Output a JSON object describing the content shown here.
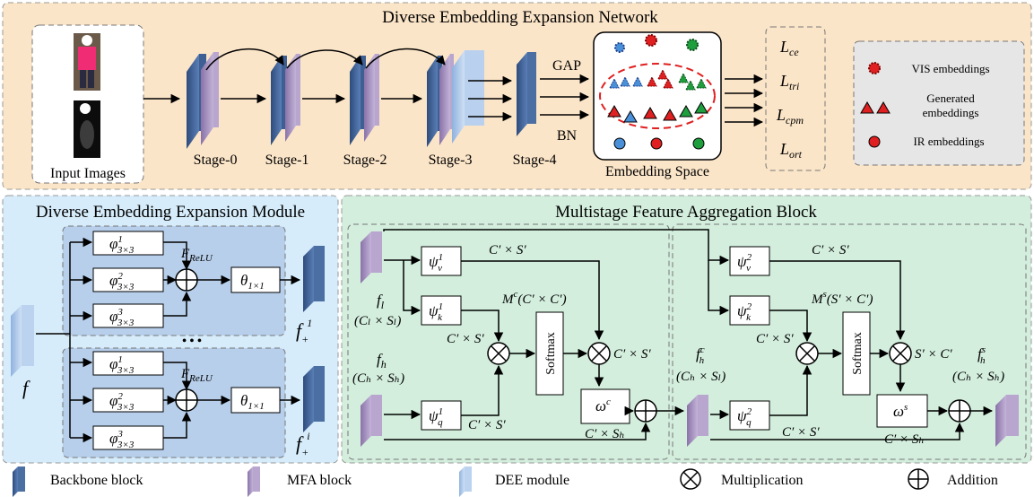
{
  "top_panel": {
    "title": "Diverse Embedding Expansion Network",
    "input_label": "Input Images",
    "stages": [
      "Stage-0",
      "Stage-1",
      "Stage-2",
      "Stage-3",
      "Stage-4"
    ],
    "gap_label": "GAP",
    "bn_label": "BN",
    "embedding_space_label": "Embedding Space",
    "losses": [
      {
        "base": "L",
        "sub": "ce"
      },
      {
        "base": "L",
        "sub": "tri"
      },
      {
        "base": "L",
        "sub": "cpm"
      },
      {
        "base": "L",
        "sub": "ort"
      }
    ],
    "legend": {
      "vis": "VIS embeddings",
      "generated_line1": "Generated",
      "generated_line2": "embeddings",
      "ir": "IR embeddings"
    }
  },
  "dee_module": {
    "title": "Diverse Embedding Expansion Module",
    "input_symbol": "f",
    "relu_label": "F",
    "relu_sub": "ReLU",
    "conv_symbol": "φ",
    "conv_sub": "3×3",
    "conv_sups": [
      "1",
      "2",
      "3"
    ],
    "theta": "θ",
    "theta_sub": "1×1",
    "ellipsis": "• • •",
    "output1": "f",
    "output1_sub": "+",
    "output1_sup": "1",
    "output2": "f",
    "output2_sub": "+",
    "output2_sup": "i"
  },
  "mfa_block": {
    "title": "Multistage Feature Aggregation Block",
    "left": {
      "fl": "f",
      "fl_sub": "l",
      "fl_dim": "(Cₗ × Sₗ)",
      "fh": "f",
      "fh_sub": "h",
      "fh_dim": "(Cₕ × Sₕ)",
      "psi": "ψ",
      "psi_v": "v",
      "psi_k": "k",
      "psi_q": "q",
      "psi_sup": "1",
      "cs": "C′ × S′",
      "m_label": "M",
      "m_sup": "c",
      "m_dim": "(C′ × C′)",
      "softmax": "Softmax",
      "omega": "ω",
      "omega_sup": "c",
      "cs_h": "C′ × Sₕ"
    },
    "right": {
      "fhc": "f",
      "fhc_sub": "h",
      "fhc_sup": "c",
      "fhc_dim": "(Cₕ × Sₗ)",
      "fhs": "f",
      "fhs_sub": "h",
      "fhs_sup": "s",
      "fhs_dim": "(Cₕ × Sₕ)",
      "psi_sup": "2",
      "cs": "C′ × S′",
      "m_label": "M",
      "m_sup": "s",
      "m_dim": "(S′ × C′)",
      "softmax": "Softmax",
      "omega": "ω",
      "omega_sup": "s",
      "sc": "S′ × C′",
      "cs_h": "C′ × Sₕ"
    }
  },
  "bottom_legend": {
    "backbone": "Backbone block",
    "mfa": "MFA block",
    "dee": "DEE module",
    "multiplication": "Multiplication",
    "addition": "Addition"
  },
  "colors": {
    "top_bg": "#fbe5c8",
    "dee_bg": "#d6ecfa",
    "mfa_bg": "#d3eedd",
    "dee_inner": "#b7cfeb",
    "backbone": "#3d5f93",
    "mfa_block": "#9d88b8",
    "dee_block": "#a9c6e8",
    "red": "#e02020",
    "green": "#1e9e3c",
    "blue": "#4a90d9"
  }
}
